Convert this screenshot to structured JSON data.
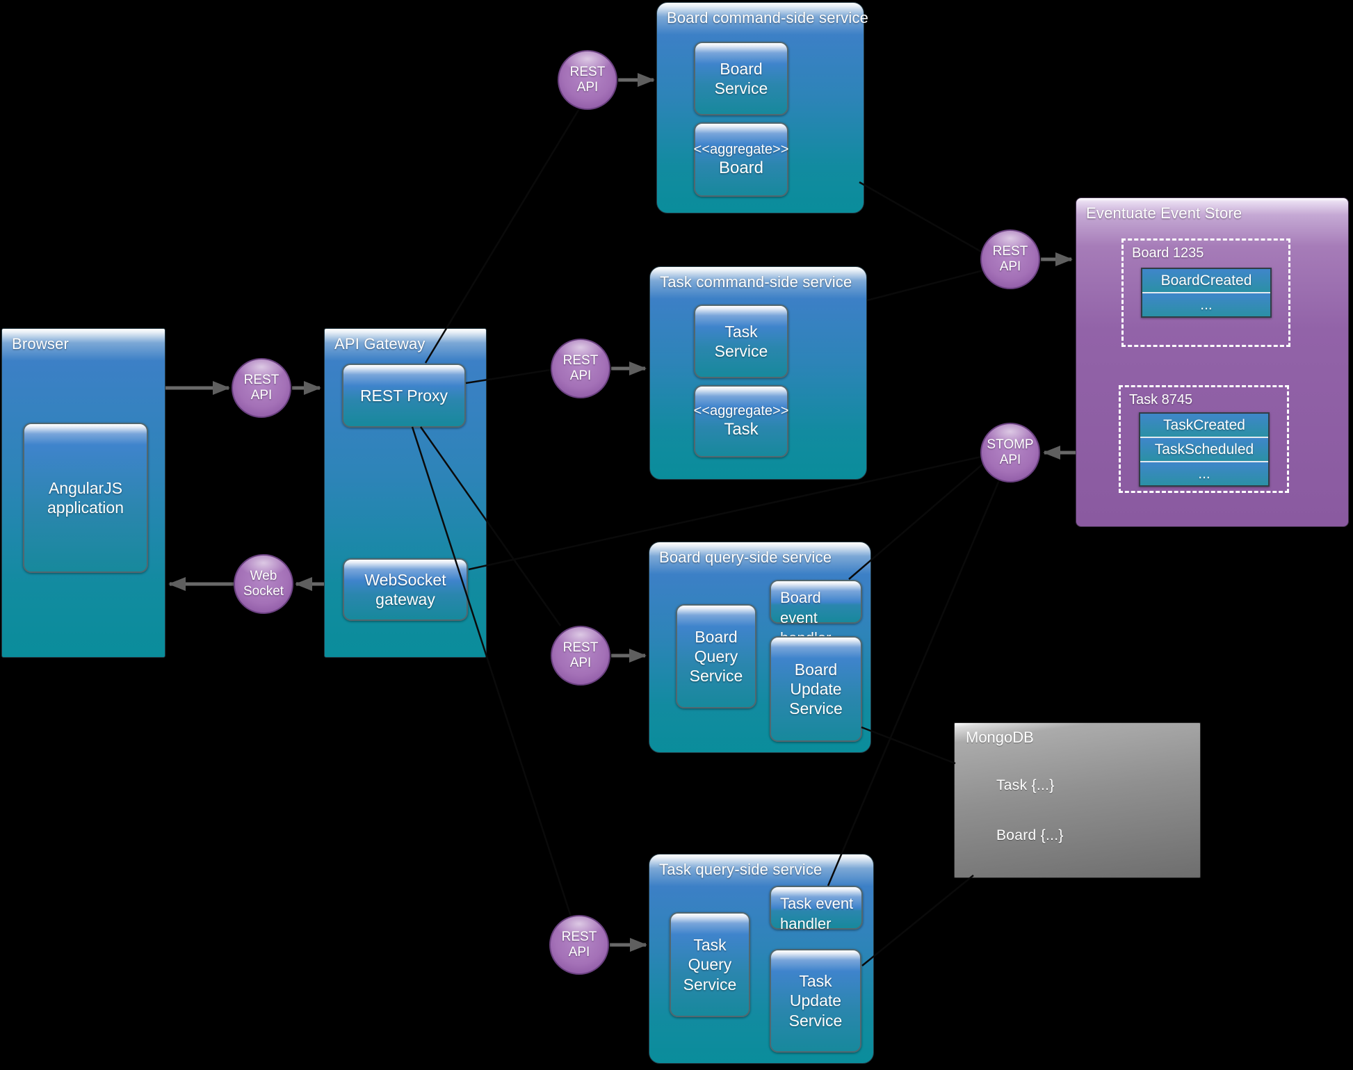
{
  "colors": {
    "background": "#000000",
    "service_box_top": "#3c80c6",
    "service_box_bottom": "#0a8d9b",
    "event_store_purple": "#9263a8",
    "api_circle_purple": "#a471b7",
    "mongodb_gray": "#8d8d8d",
    "arrow_gray": "#696969",
    "connector_line": "#0a0a0a",
    "text": "#ffffff"
  },
  "browser": {
    "title": "Browser",
    "app_label": "AngularJS\napplication"
  },
  "api_gateway": {
    "title": "API Gateway",
    "rest_proxy_label": "REST Proxy",
    "websocket_gateway_label": "WebSocket\ngateway"
  },
  "connectors": {
    "rest_api_label": "REST\nAPI",
    "web_socket_label": "Web\nSocket",
    "stomp_api_label": "STOMP\nAPI"
  },
  "board_command_service": {
    "title": "Board command-side service",
    "service_label": "Board\nService",
    "aggregate_stereotype": "<<aggregate>>",
    "aggregate_name": "Board"
  },
  "task_command_service": {
    "title": "Task command-side service",
    "service_label": "Task\nService",
    "aggregate_stereotype": "<<aggregate>>",
    "aggregate_name": "Task"
  },
  "board_query_service": {
    "title": "Board query-side service",
    "query_label": "Board\nQuery\nService",
    "handler_label": "Board event\nhandler",
    "update_label": "Board\nUpdate\nService"
  },
  "task_query_service": {
    "title": "Task query-side service",
    "query_label": "Task\nQuery\nService",
    "handler_label": "Task event\nhandler",
    "update_label": "Task\nUpdate\nService"
  },
  "event_store": {
    "title": "Eventuate Event Store",
    "board_stream": {
      "label": "Board 1235",
      "events": [
        "BoardCreated",
        "..."
      ]
    },
    "task_stream": {
      "label": "Task 8745",
      "events": [
        "TaskCreated",
        "TaskScheduled",
        "..."
      ]
    }
  },
  "mongodb": {
    "title": "MongoDB",
    "collections": [
      "Task  {...}",
      "Board  {...}"
    ]
  }
}
